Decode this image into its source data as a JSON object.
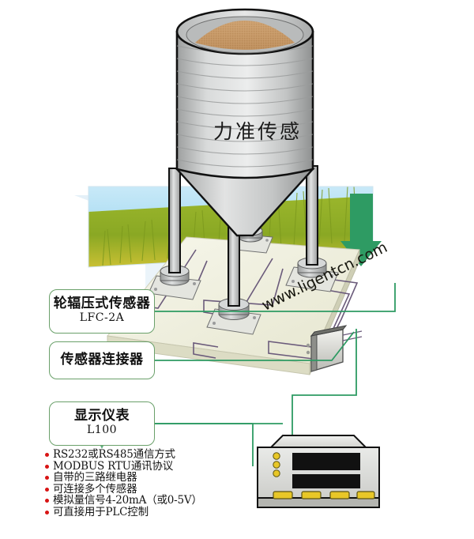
{
  "diagram": {
    "brand_text_on_silo": "力准传感",
    "url_watermark": "www.ligentcn.com",
    "accent_green": "#2e9b63",
    "box_border_green": "#6aa06a",
    "bullet_red": "#d81414",
    "cable_purple": "#6b5b7b",
    "silo_gray": "#c9cbcb",
    "grain_tan": "#c89a63",
    "sky_blue": "#a9dcf2",
    "grass_green": "#8fae2a",
    "platform_cream": "#eeeedc"
  },
  "labels": {
    "sensor": {
      "title": "轮辐压式传感器",
      "model": "LFC-2A"
    },
    "connector": {
      "title": "传感器连接器",
      "model": ""
    },
    "display": {
      "title": "显示仪表",
      "model": "L100"
    }
  },
  "features": {
    "items": [
      "RS232或RS485通信方式",
      "MODBUS RTU通讯协议",
      "自带的三路继电器",
      "可连接多个传感器",
      "模拟量信号4-20mA（或0-5V）",
      "可直接用于PLC控制"
    ]
  },
  "components": {
    "silo": "grain-silo",
    "load_cells": "spoke-type-load-cell",
    "junction_box": "sensor-junction-box",
    "indicator": "weighing-indicator-l100",
    "arrow": "green-down-arrow"
  }
}
